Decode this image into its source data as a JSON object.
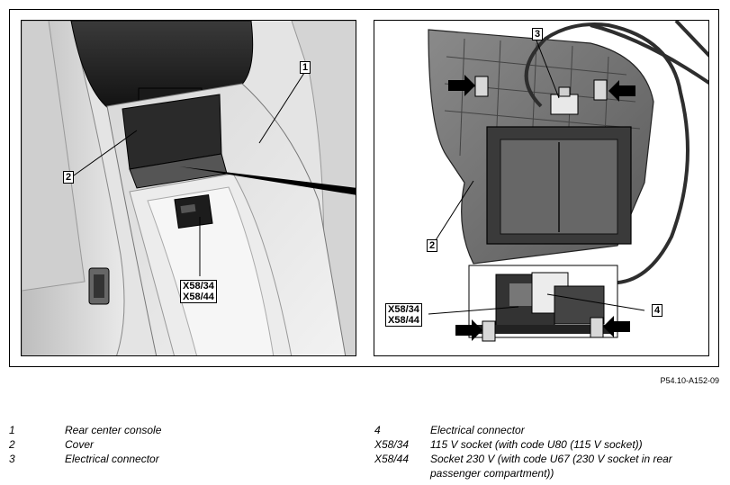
{
  "callouts": {
    "left_1": "1",
    "left_2": "2",
    "left_x": [
      "X58/34",
      "X58/44"
    ],
    "right_3": "3",
    "right_2": "2",
    "right_4": "4",
    "right_x": [
      "X58/34",
      "X58/44"
    ]
  },
  "figure_ref": "P54.10-A152-09",
  "legend_left": [
    {
      "key": "1",
      "text": "Rear center console"
    },
    {
      "key": "2",
      "text": "Cover"
    },
    {
      "key": "3",
      "text": "Electrical connector"
    }
  ],
  "legend_right": [
    {
      "key": "4",
      "text": "Electrical connector"
    },
    {
      "key": "X58/34",
      "text": "115 V socket (with code U80 (115 V socket))"
    },
    {
      "key": "X58/44",
      "text": "Socket 230 V (with code U67 (230 V socket in rear passenger compartment))"
    }
  ]
}
